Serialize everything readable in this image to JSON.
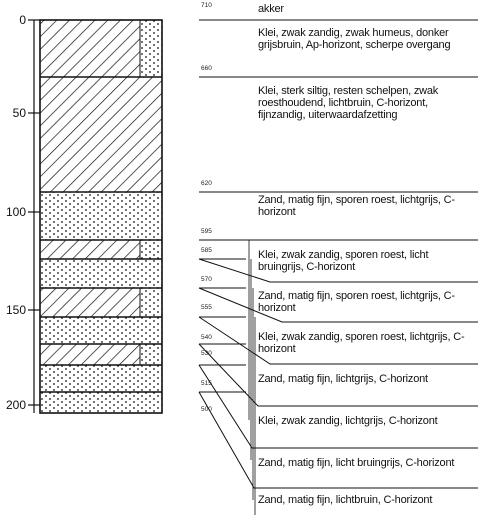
{
  "depth_labels": [
    "0",
    "50",
    "100",
    "150",
    "200"
  ],
  "level_labels": [
    "710",
    "660",
    "620",
    "595",
    "585",
    "570",
    "555",
    "540",
    "530",
    "515",
    "500"
  ],
  "layers": [
    {
      "text": "Klei, zwak zandig, zwak humeus, donker grijsbruin, Ap-horizont, scherpe overgang"
    },
    {
      "text": "Klei, sterk siltig, resten schelpen, zwak roesthoudend, lichtbruin, C-horizont, fijnzandig, uiterwaardafzetting"
    },
    {
      "text": "Zand, matig fijn, sporen roest, lichtgrijs, C-horizont"
    },
    {
      "text": "Klei, zwak zandig, sporen roest, licht bruingrijs, C-horizont"
    },
    {
      "text": "Zand, matig fijn, sporen roest, lichtgrijs, C-horizont"
    },
    {
      "text": "Klei, zwak zandig, sporen roest, lichtgrijs, C-horizont"
    },
    {
      "text": "Zand, matig fijn, lichtgrijs, C-horizont"
    },
    {
      "text": "Klei, zwak zandig, lichtgrijs, C-horizont"
    },
    {
      "text": "Zand, matig fijn, licht bruingrijs, C-horizont"
    },
    {
      "text": "Zand, matig fijn, lichtbruin, C-horizont"
    }
  ],
  "top_label": "akker"
}
